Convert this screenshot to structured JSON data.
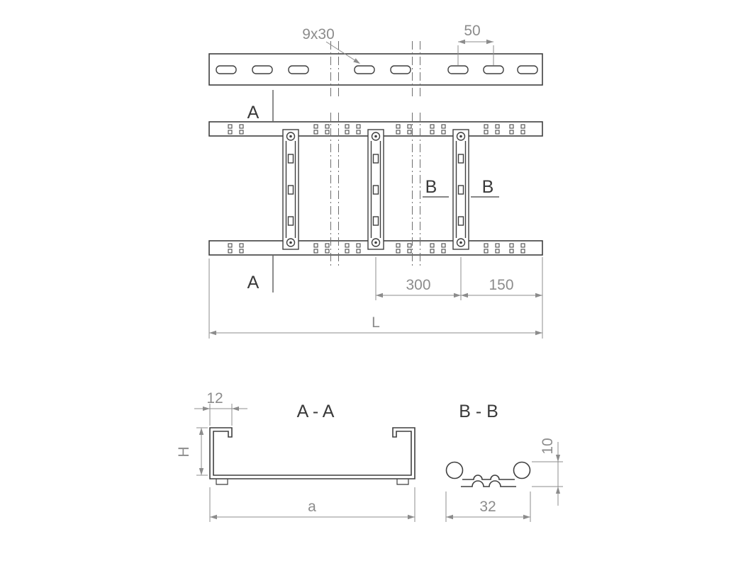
{
  "drawing": {
    "background": "#ffffff",
    "line_color": "#3f3f3f",
    "dimension_color": "#8c8c8c",
    "description": "Cable ladder technical drawing with plan view, rail side view and two cross sections"
  },
  "top_view": {
    "slot_size_label": "9x30",
    "slot_pitch_label": "50"
  },
  "plan_view": {
    "section_a_top_label": "A",
    "section_a_bottom_label": "A",
    "section_b_left_label": "B",
    "section_b_right_label": "B",
    "rung_spacing_label": "300",
    "end_distance_label": "150",
    "overall_length_label": "L"
  },
  "section_aa": {
    "title": "A - A",
    "lip_width_label": "12",
    "height_label": "H",
    "width_label": "a"
  },
  "section_bb": {
    "title": "B - B",
    "profile_height_label": "10",
    "profile_width_label": "32"
  }
}
